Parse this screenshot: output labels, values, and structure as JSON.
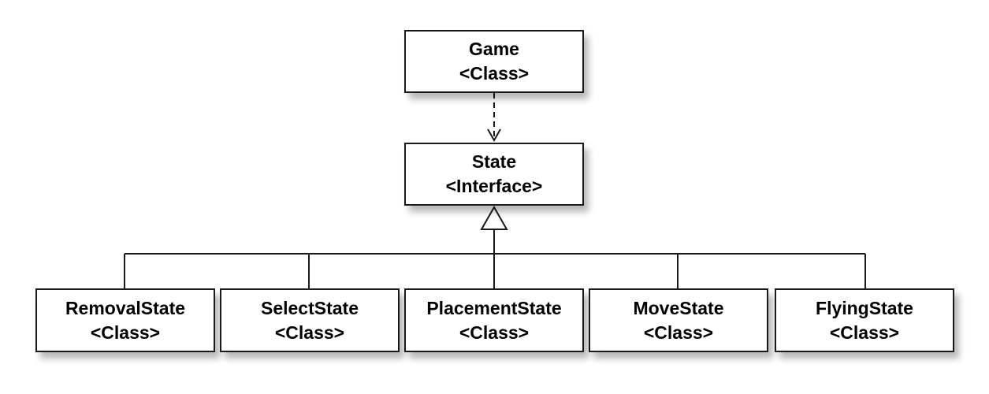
{
  "classes": {
    "game": {
      "name": "Game",
      "stereotype": "<Class>"
    },
    "state": {
      "name": "State",
      "stereotype": "<Interface>"
    },
    "removal": {
      "name": "RemovalState",
      "stereotype": "<Class>"
    },
    "select": {
      "name": "SelectState",
      "stereotype": "<Class>"
    },
    "placement": {
      "name": "PlacementState",
      "stereotype": "<Class>"
    },
    "move": {
      "name": "MoveState",
      "stereotype": "<Class>"
    },
    "flying": {
      "name": "FlyingState",
      "stereotype": "<Class>"
    }
  },
  "relations": [
    {
      "from": "game",
      "to": "state",
      "kind": "dependency"
    },
    {
      "from": "removal",
      "to": "state",
      "kind": "realization"
    },
    {
      "from": "select",
      "to": "state",
      "kind": "realization"
    },
    {
      "from": "placement",
      "to": "state",
      "kind": "realization"
    },
    {
      "from": "move",
      "to": "state",
      "kind": "realization"
    },
    {
      "from": "flying",
      "to": "state",
      "kind": "realization"
    }
  ],
  "colors": {
    "line": "#1a1a1a",
    "box_fill": "#ffffff",
    "text": "#000000"
  }
}
